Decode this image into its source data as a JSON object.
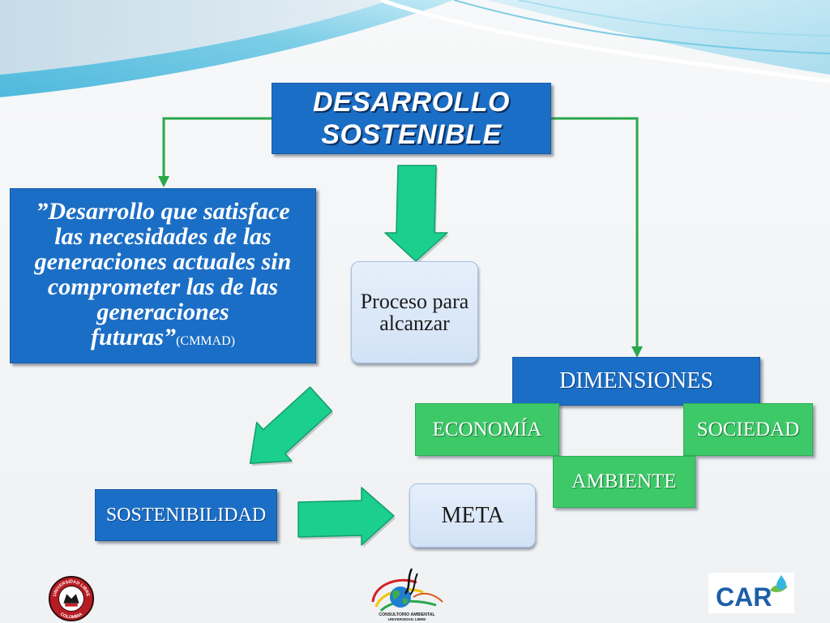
{
  "slide": {
    "title": "DESARROLLO SOSTENIBLE",
    "definition": {
      "lines": [
        "”Desarrollo que satisface",
        "las necesidades de las",
        "generaciones actuales sin",
        "comprometer las de las",
        "generaciones",
        "futuras”"
      ],
      "source": "(CMMAD)"
    },
    "process_label": "Proceso para alcanzar",
    "dimensions": {
      "title": "DIMENSIONES",
      "economy": "ECONOMÍA",
      "society": "SOCIEDAD",
      "environment": "AMBIENTE"
    },
    "sustainability_label": "SOSTENIBILIDAD",
    "goal_label": "META"
  },
  "logos": {
    "left": {
      "icon": "universidad-libre-seal-icon",
      "text_top": "UNIVERSIDAD LIBRE",
      "text_bottom": "COLOMBIA"
    },
    "center": {
      "icon": "consultorio-ambiental-globe-icon",
      "line1": "CONSULTORIO AMBIENTAL",
      "line2": "UNIVERSIDAD LIBRE"
    },
    "right": {
      "icon": "car-logo-icon",
      "text": "CAR"
    }
  },
  "colors": {
    "blue_box": "#1b6ec5",
    "green_box": "#3dc968",
    "arrow_green": "#1bcf8e",
    "connector_green": "#2aa84a",
    "light_box": "#d2e2f6",
    "header_wave": "#4fb9dd"
  }
}
